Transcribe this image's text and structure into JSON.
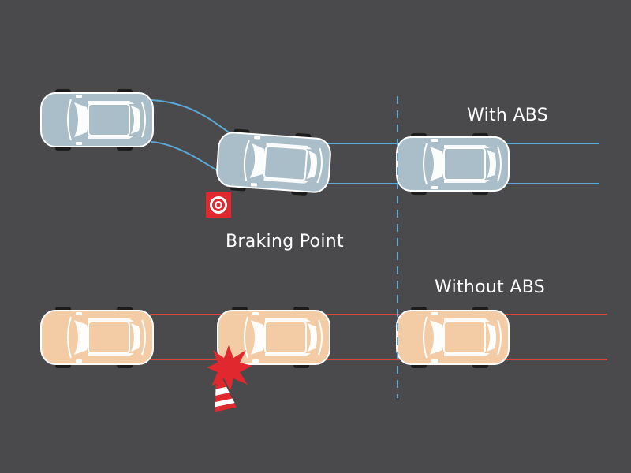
{
  "labels": {
    "with_abs": "With ABS",
    "without_abs": "Without ABS",
    "braking_point": "Braking Point"
  },
  "colors": {
    "background": "#4a4a4c",
    "abs_car_body": "#a9bec8",
    "abs_track": "#5aa9d6",
    "no_abs_car_body": "#f3cca6",
    "no_abs_track": "#d9453a",
    "divider": "#6aa7d0",
    "marker_red": "#e0282e"
  },
  "icons": {
    "braking_marker": "target-icon",
    "collision": "burst-icon",
    "obstacle": "traffic-cone-icon"
  }
}
